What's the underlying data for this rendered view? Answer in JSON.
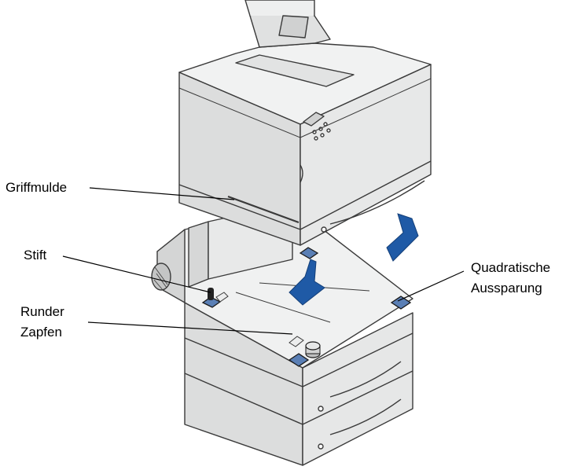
{
  "labels": {
    "griffmulde": "Griffmulde",
    "stift": "Stift",
    "runder_zapfen_1": "Runder",
    "runder_zapfen_2": "Zapfen",
    "quadratische_1": "Quadratische",
    "quadratische_2": "Aussparung"
  },
  "colors": {
    "body_light": "#eceded",
    "body_mid": "#dcdddd",
    "body_dark": "#c9caca",
    "outline": "#3a3a3a",
    "arrow": "#1f5aa6",
    "arrow_dark": "#143f78",
    "pad": "#5a7fb5"
  }
}
